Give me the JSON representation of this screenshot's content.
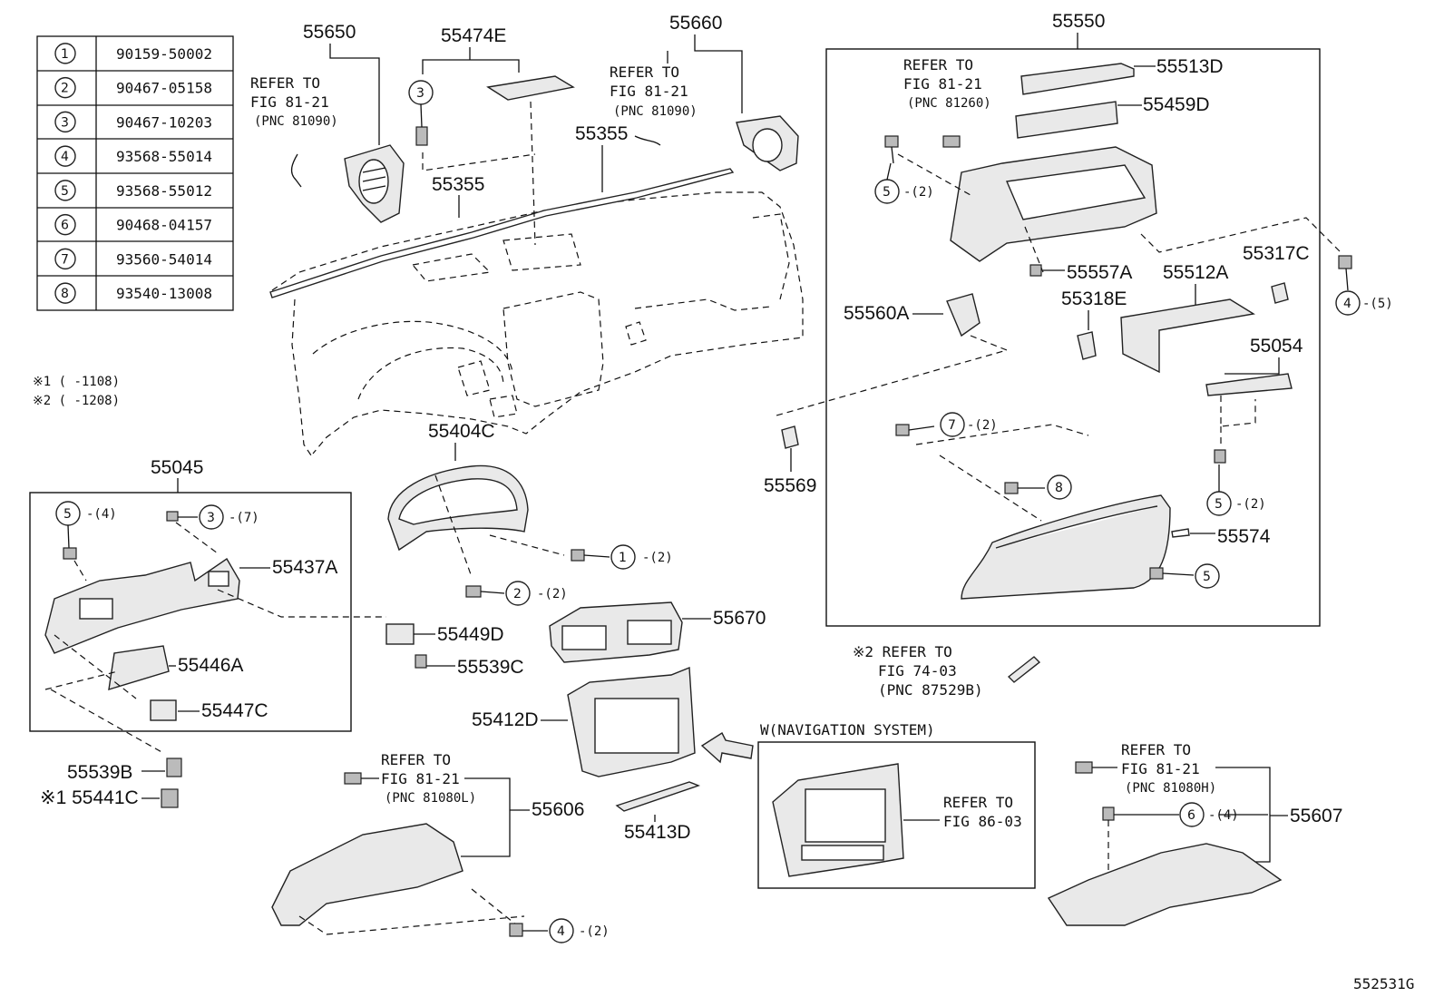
{
  "legend": [
    {
      "num": "1",
      "part": "90159-50002"
    },
    {
      "num": "2",
      "part": "90467-05158"
    },
    {
      "num": "3",
      "part": "90467-10203"
    },
    {
      "num": "4",
      "part": "93568-55014"
    },
    {
      "num": "5",
      "part": "93568-55012"
    },
    {
      "num": "6",
      "part": "90468-04157"
    },
    {
      "num": "7",
      "part": "93560-54014"
    },
    {
      "num": "8",
      "part": "93540-13008"
    }
  ],
  "notes": {
    "n1": "※1 (     -1108)",
    "n2": "※2 (     -1208)"
  },
  "labels": {
    "p55650": "55650",
    "p55474E": "55474E",
    "p55660": "55660",
    "p55550": "55550",
    "p55513D": "55513D",
    "p55459D": "55459D",
    "p55355a": "55355",
    "p55355b": "55355",
    "p55557A": "55557A",
    "p55317C": "55317C",
    "p55512A": "55512A",
    "p55318E": "55318E",
    "p55560A": "55560A",
    "p55054": "55054",
    "p55569": "55569",
    "p55574": "55574",
    "p55404C": "55404C",
    "p55045": "55045",
    "p55437A": "55437A",
    "p55449D": "55449D",
    "p55446A": "55446A",
    "p55539C": "55539C",
    "p55447C": "55447C",
    "p55670": "55670",
    "p55412D": "55412D",
    "p55413D": "55413D",
    "p55539B": "55539B",
    "p55441C": "※1 55441C",
    "p55606": "55606",
    "p55607": "55607",
    "diagram_id": "552531G"
  },
  "refs": {
    "r1": {
      "line1": "REFER TO",
      "line2": "FIG 81-21",
      "line3": "(PNC 81090)"
    },
    "r2": {
      "line1": "REFER TO",
      "line2": "FIG 81-21",
      "line3": "(PNC 81090)"
    },
    "r3": {
      "line1": "REFER TO",
      "line2": "FIG 81-21",
      "line3": "(PNC 81260)"
    },
    "r4": {
      "line1": "※2 REFER TO",
      "line2": "FIG 74-03",
      "line3": "(PNC 87529B)"
    },
    "r5": {
      "line1": "REFER TO",
      "line2": "FIG 81-21",
      "line3": "(PNC 81080L)"
    },
    "r6": {
      "line1": "REFER TO",
      "line2": "FIG 81-21",
      "line3": "(PNC 81080H)"
    },
    "r7": {
      "line1": "REFER TO",
      "line2": "FIG 86-03"
    }
  },
  "nav_box_title": "W(NAVIGATION SYSTEM)",
  "callouts": {
    "c5_left": {
      "num": "5",
      "qty": "-(2)"
    },
    "c4_right": {
      "num": "4",
      "qty": "-(5)"
    },
    "c7": {
      "num": "7",
      "qty": "-(2)"
    },
    "c8": {
      "num": "8",
      "qty": ""
    },
    "c5_mid": {
      "num": "5",
      "qty": "-(2)"
    },
    "c5_low": {
      "num": "5",
      "qty": ""
    },
    "c1": {
      "num": "1",
      "qty": "-(2)"
    },
    "c2": {
      "num": "2",
      "qty": "-(2)"
    },
    "c5_box": {
      "num": "5",
      "qty": "-(4)"
    },
    "c3_box": {
      "num": "3",
      "qty": "-(7)"
    },
    "c3_top": {
      "num": "3",
      "qty": ""
    },
    "c4_low": {
      "num": "4",
      "qty": "-(2)"
    },
    "c6": {
      "num": "6",
      "qty": "-(4)"
    }
  }
}
